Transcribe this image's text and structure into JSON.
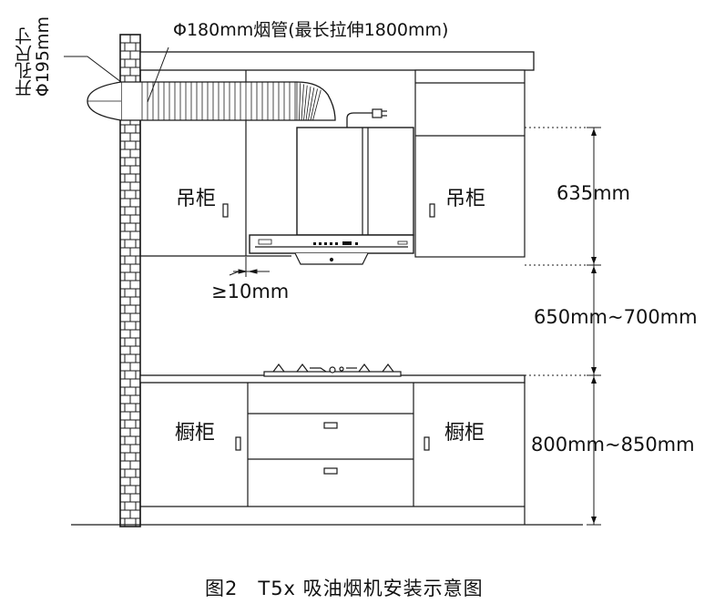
{
  "hole_size": {
    "line1": "开孔尺寸",
    "line2": "Φ195mm"
  },
  "pipe_label": "Φ180mm烟管(最长拉伸1800mm)",
  "wall_cabinet_left": "吊柜",
  "wall_cabinet_right": "吊柜",
  "base_cabinet_left": "橱柜",
  "base_cabinet_right": "橱柜",
  "gap_label": "≥10mm",
  "dim_upper": "635mm",
  "dim_middle": "650mm~700mm",
  "dim_lower": "800mm~850mm",
  "caption": "图2　T5x 吸油烟机安装示意图"
}
